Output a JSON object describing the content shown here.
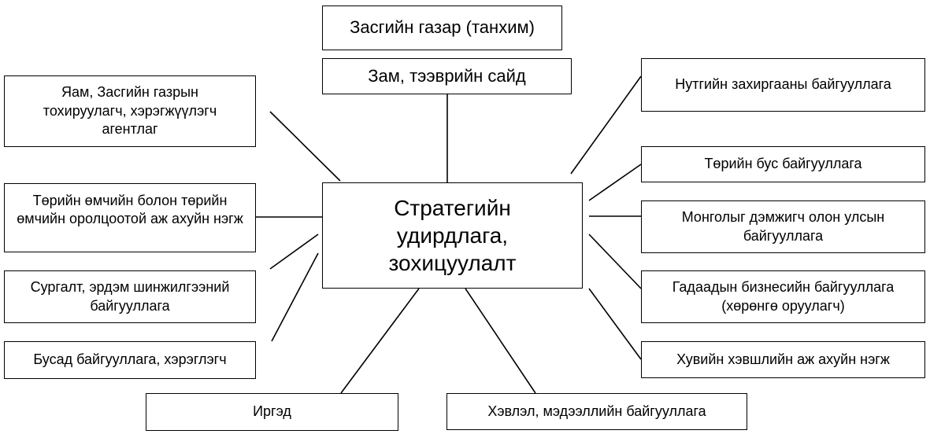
{
  "colors": {
    "line": "#000000",
    "box_border": "#000000",
    "background": "#ffffff"
  },
  "center": {
    "label": "Стратегийн удирдлага, зохицуулалт"
  },
  "nodes": {
    "government": "Засгийн газар (танхим)",
    "road_ministry": "Зам, тээврийн сайд",
    "agencies": "Яам, Засгийн газрын тохируулагч, хэрэгжүүлэгч агентлаг",
    "state_enterprises": "Төрийн өмчийн болон төрийн өмчийн оролцоотой аж ахуйн нэгж",
    "research": "Сургалт, эрдэм шинжилгээний байгууллага",
    "other_users": "Бусад байгууллага, хэрэглэгч",
    "citizens": "Иргэд",
    "media": "Хэвлэл, мэдээллийн байгууллага",
    "local_gov": "Нутгийн захиргааны байгууллага",
    "ngo": "Төрийн бус байгууллага",
    "intl_orgs": "Монголыг дэмжигч олон улсын байгууллага",
    "foreign_business": "Гадаадын бизнесийн байгууллага (хөрөнгө оруулагч)",
    "private_enterprises": "Хувийн хэвшлийн аж ахуйн нэгж"
  }
}
